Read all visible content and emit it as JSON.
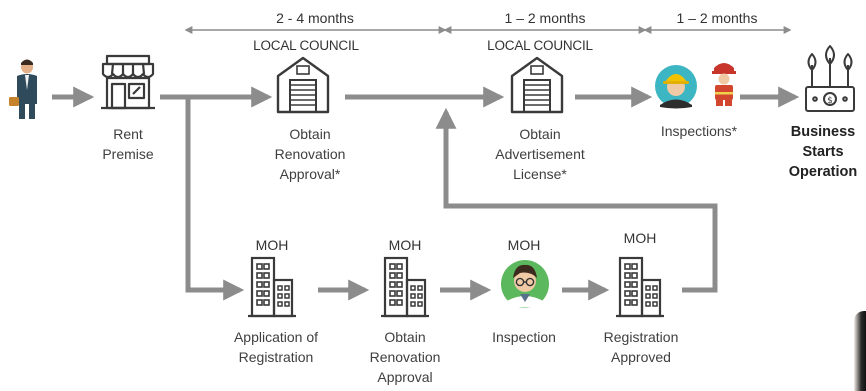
{
  "timeline": {
    "durations": [
      "2 - 4 months",
      "1 – 2 months",
      "1 – 2 months"
    ]
  },
  "authorities": {
    "council": "LOCAL COUNCIL",
    "moh": "MOH"
  },
  "top_row": {
    "rent": "Rent\nPremise",
    "renovation": "Obtain\nRenovation\nApproval*",
    "advertisement": "Obtain\nAdvertisement\nLicense*",
    "inspections": "Inspections*",
    "business": "Business\nStarts\nOperation"
  },
  "bottom_row": {
    "application": "Application of\nRegistration",
    "renovation": "Obtain\nRenovation\nApproval",
    "inspection": "Inspection",
    "approved": "Registration\nApproved"
  },
  "icons": {
    "person": "businessman-icon",
    "shop": "shop-icon",
    "council1": "warehouse-icon",
    "council2": "warehouse-icon",
    "inspector": "worker-avatar-icon",
    "firefighter": "firefighter-icon",
    "money": "money-plant-icon",
    "buildings": "office-building-icon",
    "doctor": "doctor-avatar-icon"
  },
  "colors": {
    "arrow": "#8c8c8c",
    "icon": "#3a3a3a",
    "teal": "#3cb6c2",
    "green": "#5cb85c",
    "orange": "#e07b39"
  }
}
